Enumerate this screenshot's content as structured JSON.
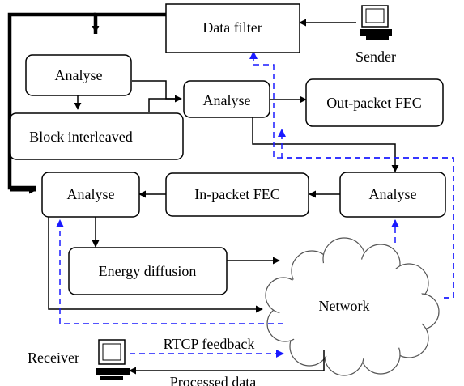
{
  "nodes": {
    "data_filter": "Data filter",
    "analyse_top_left": "Analyse",
    "analyse_middle": "Analyse",
    "out_packet_fec": "Out-packet FEC",
    "block_interleaved": "Block interleaved",
    "analyse_bottom_left": "Analyse",
    "in_packet_fec": "In-packet FEC",
    "analyse_right": "Analyse",
    "energy_diffusion": "Energy diffusion",
    "network": "Network"
  },
  "endpoints": {
    "sender": "Sender",
    "receiver": "Receiver"
  },
  "edge_labels": {
    "rtcp_feedback": "RTCP feedback",
    "processed_data": "Processed data"
  },
  "colors": {
    "stroke": "#000000",
    "feedback": "#1a1aff",
    "cloud_fill": "#ffffff"
  },
  "icons": {
    "sender": "computer-icon",
    "receiver": "computer-icon"
  }
}
